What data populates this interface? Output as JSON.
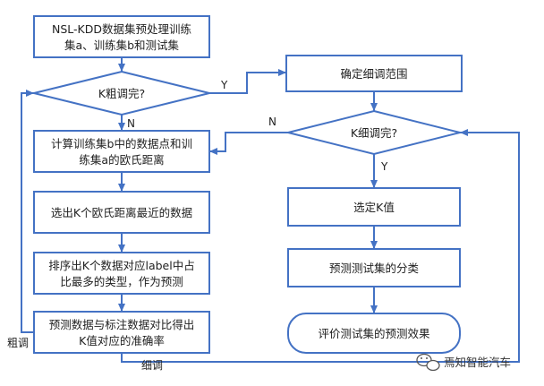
{
  "nodes": {
    "start": [
      "NSL-KDD数据集预处理训练",
      "集a、训练集b和测试集"
    ],
    "coarse_decision": "K粗调完?",
    "calc_distance": [
      "计算训练集b中的数据点和训",
      "练集a的欧氏距离"
    ],
    "select_k_nearest": "选出K个欧氏距离最近的数据",
    "sort_predict": [
      "排序出K个数据对应label中占",
      "比最多的类型，作为预测"
    ],
    "compare_accuracy": [
      "预测数据与标注数据对比得出",
      "K值对应的准确率"
    ],
    "fine_range": "确定细调范围",
    "fine_decision": "K细调完?",
    "choose_k": "选定K值",
    "predict_test": "预测测试集的分类",
    "evaluate": "评价测试集的预测效果"
  },
  "edge_labels": {
    "coarse_yes": "Y",
    "coarse_no": "N",
    "fine_no": "N",
    "fine_yes": "Y",
    "coarse_loop": "粗调",
    "fine_loop": "细调"
  },
  "watermark": "焉知智能汽车",
  "colors": {
    "box_fill": "#ffffff",
    "box_stroke": "#4472c4",
    "arrow": "#4472c4",
    "text": "#222222"
  }
}
